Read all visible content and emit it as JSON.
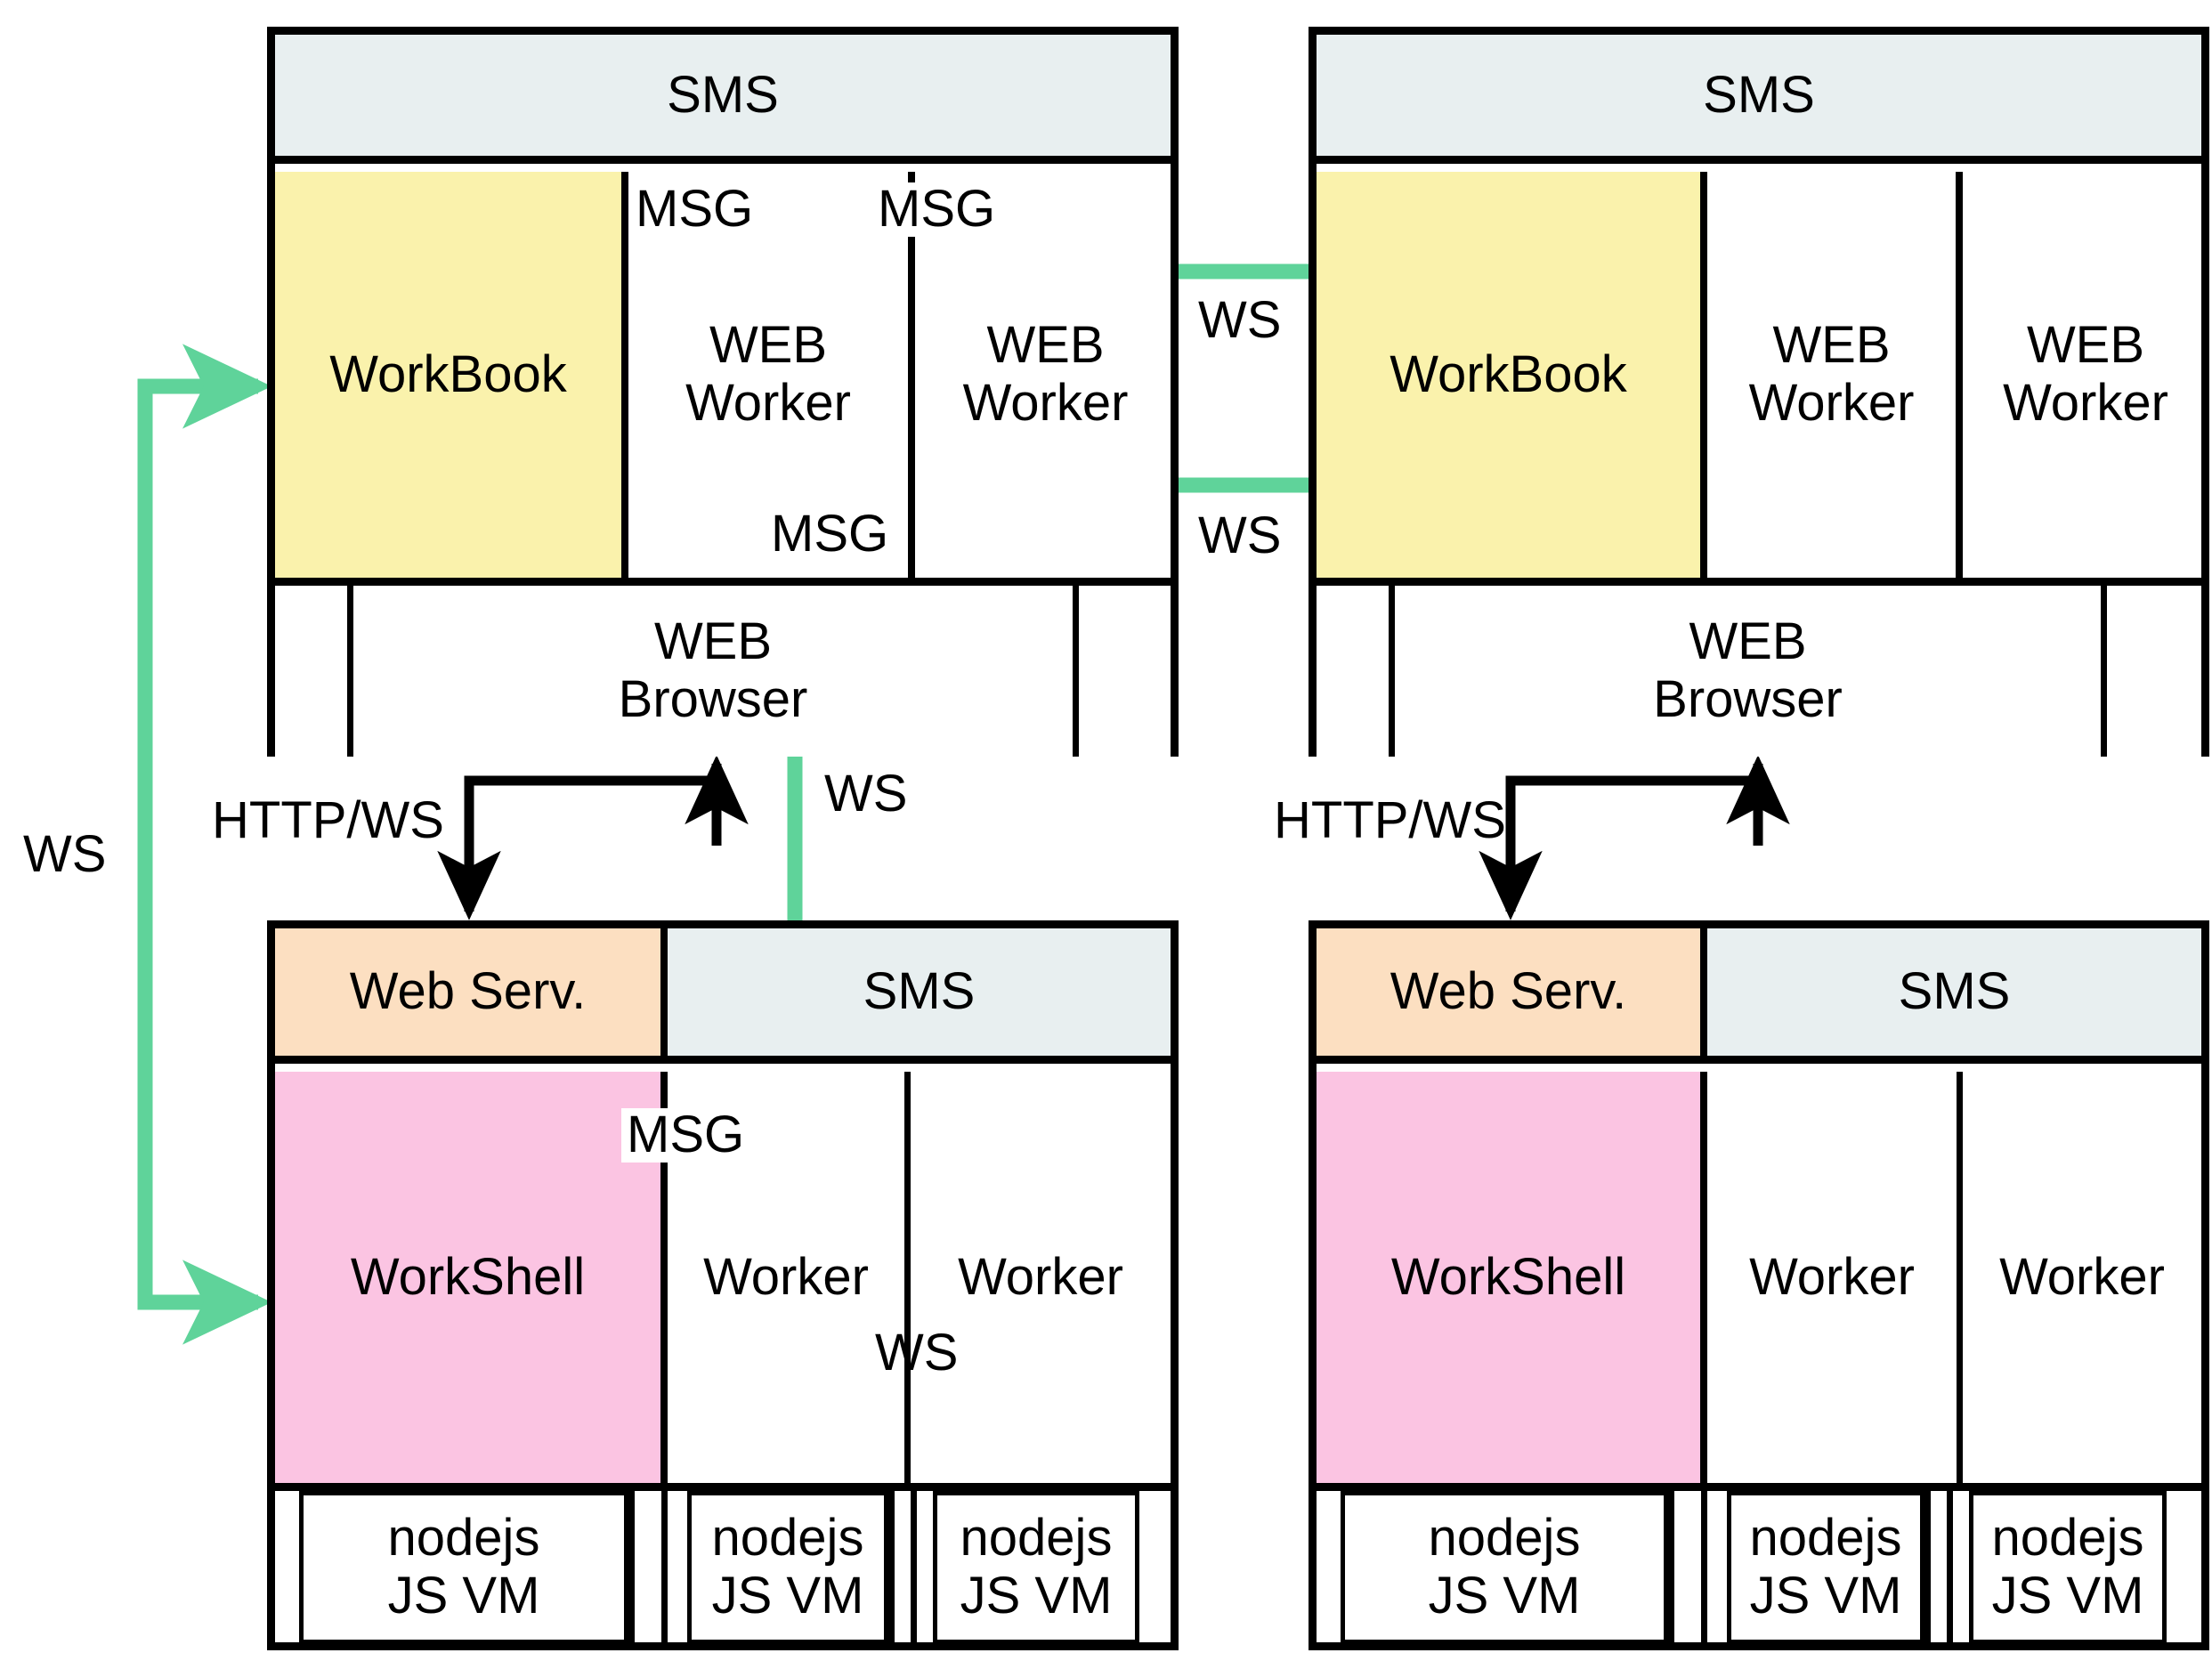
{
  "diagram": {
    "title": "WorkBook / WorkShell distributed architecture",
    "colors": {
      "sms_fill": "#e8eff0",
      "workbook_fill": "#faf2ac",
      "workshell_fill": "#fbc4e2",
      "webserv_fill": "#fcdfc1",
      "stroke": "#000000",
      "ws_arrow": "#5fd39a",
      "msg_arrow": "#000000",
      "background": "#ffffff"
    },
    "panels": [
      {
        "id": "client-left",
        "position": "top-left",
        "rows": [
          {
            "id": "sms-row",
            "cells": [
              {
                "label": "SMS",
                "fill": "sms"
              }
            ]
          },
          {
            "id": "runtime-row",
            "cells": [
              {
                "label": "WorkBook",
                "fill": "workbook"
              },
              {
                "label": "WEB\nWorker",
                "fill": "white"
              },
              {
                "label": "WEB\nWorker",
                "fill": "white"
              }
            ]
          },
          {
            "id": "host-row",
            "cells": [
              {
                "label": "",
                "fill": "white"
              },
              {
                "label": "WEB\nBrowser",
                "fill": "white"
              },
              {
                "label": "",
                "fill": "white"
              }
            ]
          }
        ]
      },
      {
        "id": "client-right",
        "position": "top-right",
        "rows": [
          {
            "id": "sms-row",
            "cells": [
              {
                "label": "SMS",
                "fill": "sms"
              }
            ]
          },
          {
            "id": "runtime-row",
            "cells": [
              {
                "label": "WorkBook",
                "fill": "workbook"
              },
              {
                "label": "WEB\nWorker",
                "fill": "white"
              },
              {
                "label": "WEB\nWorker",
                "fill": "white"
              }
            ]
          },
          {
            "id": "host-row",
            "cells": [
              {
                "label": "",
                "fill": "white"
              },
              {
                "label": "WEB\nBrowser",
                "fill": "white"
              },
              {
                "label": "",
                "fill": "white"
              }
            ]
          }
        ]
      },
      {
        "id": "server-left",
        "position": "bottom-left",
        "rows": [
          {
            "id": "service-row",
            "cells": [
              {
                "label": "Web Serv.",
                "fill": "webserv"
              },
              {
                "label": "SMS",
                "fill": "sms"
              }
            ]
          },
          {
            "id": "runtime-row",
            "cells": [
              {
                "label": "WorkShell",
                "fill": "workshell"
              },
              {
                "label": "Worker",
                "fill": "white"
              },
              {
                "label": "Worker",
                "fill": "white"
              }
            ]
          },
          {
            "id": "vm-row",
            "cells": [
              {
                "label": "nodejs\nJS VM",
                "fill": "white"
              },
              {
                "label": "nodejs\nJS VM",
                "fill": "white"
              },
              {
                "label": "nodejs\nJS VM",
                "fill": "white"
              }
            ]
          }
        ]
      },
      {
        "id": "server-right",
        "position": "bottom-right",
        "rows": [
          {
            "id": "service-row",
            "cells": [
              {
                "label": "Web Serv.",
                "fill": "webserv"
              },
              {
                "label": "SMS",
                "fill": "sms"
              }
            ]
          },
          {
            "id": "runtime-row",
            "cells": [
              {
                "label": "WorkShell",
                "fill": "workshell"
              },
              {
                "label": "Worker",
                "fill": "white"
              },
              {
                "label": "Worker",
                "fill": "white"
              }
            ]
          },
          {
            "id": "vm-row",
            "cells": [
              {
                "label": "nodejs\nJS VM",
                "fill": "white"
              },
              {
                "label": "nodejs\nJS VM",
                "fill": "white"
              },
              {
                "label": "nodejs\nJS VM",
                "fill": "white"
              }
            ]
          }
        ]
      }
    ],
    "connectors": [
      {
        "id": "msg-wb-ww1",
        "label": "MSG",
        "kind": "msg",
        "style": "black-double"
      },
      {
        "id": "msg-ww1-ww2",
        "label": "MSG",
        "kind": "msg",
        "style": "black-double"
      },
      {
        "id": "msg-wb-ww2",
        "label": "MSG",
        "kind": "msg",
        "style": "black-double"
      },
      {
        "id": "ws-client-top",
        "label": "WS",
        "kind": "ws",
        "style": "green-double"
      },
      {
        "id": "ws-client-bottom",
        "label": "WS",
        "kind": "ws",
        "style": "green-double"
      },
      {
        "id": "ws-vertical",
        "label": "WS",
        "kind": "ws",
        "style": "green-double"
      },
      {
        "id": "ws-left-bracket",
        "label": "WS",
        "kind": "ws",
        "style": "green-bracket"
      },
      {
        "id": "ws-worker-srv",
        "label": "WS",
        "kind": "ws",
        "style": "green-double"
      },
      {
        "id": "msg-shell-worker",
        "label": "MSG",
        "kind": "msg",
        "style": "black-double"
      },
      {
        "id": "httpws-left",
        "label": "HTTP/WS",
        "kind": "http",
        "style": "black-z"
      },
      {
        "id": "httpws-right",
        "label": "HTTP/WS",
        "kind": "http",
        "style": "black-z"
      }
    ]
  }
}
